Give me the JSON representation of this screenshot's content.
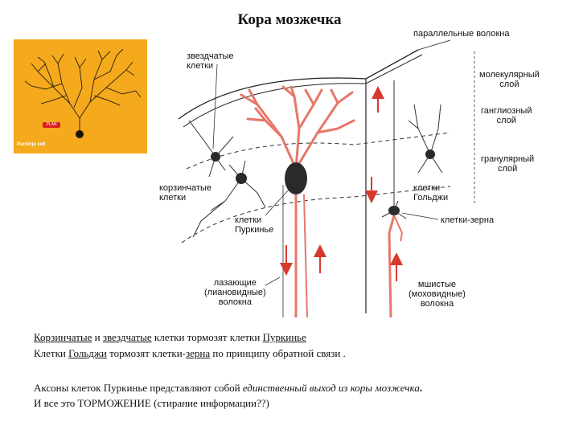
{
  "title": "Кора мозжечка",
  "inset": {
    "badge": "PLAN",
    "label": "Purkinje cell"
  },
  "labels": {
    "parallel_fibers": "параллельные волокна",
    "stellate_cells": [
      "звездчатые",
      "клетки"
    ],
    "molecular_layer": [
      "молекулярный",
      "слой"
    ],
    "ganglionic_layer": [
      "ганглиозный",
      "слой"
    ],
    "granular_layer": [
      "гранулярный",
      "слой"
    ],
    "basket_cells": [
      "корзинчатые",
      "клетки"
    ],
    "golgi_cells": [
      "клетки",
      "Гольджи"
    ],
    "purkinje_cells": [
      "клетки",
      "Пуркинье"
    ],
    "granule_cells": "клетки-зерна",
    "climbing_fibers": [
      "лазающие",
      "(лиановидные)",
      "волокна"
    ],
    "mossy_fibers": [
      "мшистые",
      "(моховидные)",
      "волокна"
    ]
  },
  "captions": {
    "line1": {
      "basket": "Корзинчатые",
      "and": " и ",
      "stellate": "звездчатые",
      "mid": " клетки тормозят клетки ",
      "purkinje": "Пуркинье"
    },
    "line2": {
      "pre": "Клетки ",
      "golgi": "Гольджи",
      "mid": " тормозят клетки-",
      "grain": "зерна",
      "post": " по принципу обратной связи ."
    },
    "line3": {
      "pre": "Аксоны клеток Пуркинье представляют собой ",
      "em": "единственный выход из коры мозжечка",
      "post": "."
    },
    "line4": {
      "pre": "И все это ",
      "em": "ТОРМОЖЕНИЕ",
      "post": " (стирание информации??)"
    }
  },
  "colors": {
    "neuron_red": "#e8766a",
    "cell_dark": "#2a2a2a",
    "inset_bg": "#f5a91d",
    "arrow_red": "#d63a2f"
  }
}
